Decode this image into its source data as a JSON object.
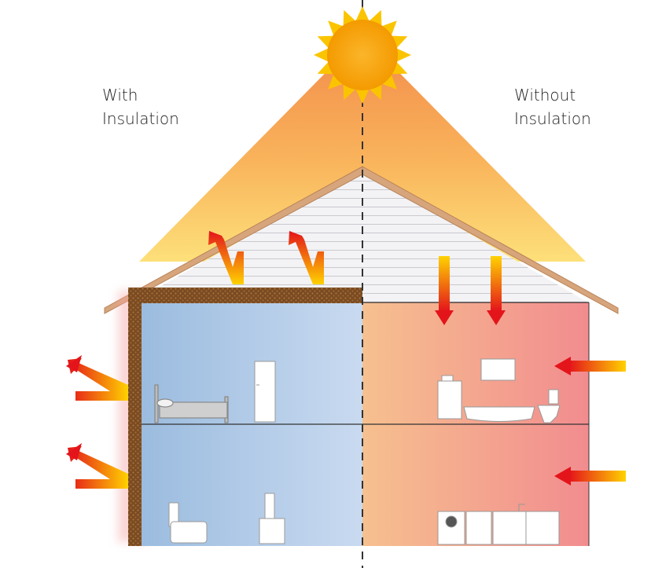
{
  "labels": {
    "left_line1": "With",
    "left_line2": "Insulation",
    "right_line1": "Without",
    "right_line2": "Insulation"
  },
  "colors": {
    "cool_room_left": "#9bbcdf",
    "cool_room_right": "#c9daf0",
    "warm_room_left": "#f6c08f",
    "warm_room_right": "#f28c8f",
    "sun": "#f7a400",
    "insulation": "#8b5a2b",
    "roof_edge": "#c9956a",
    "arrow_hot": "#e4141b",
    "arrow_warm": "#ffd200"
  },
  "icons": [
    "sun-icon",
    "bed-icon",
    "wardrobe-icon",
    "armchair-icon",
    "stool-icon",
    "cabinet-icon",
    "bathtub-icon",
    "toilet-icon",
    "mirror-icon",
    "washing-machine-icon",
    "kitchen-counter-icon"
  ]
}
